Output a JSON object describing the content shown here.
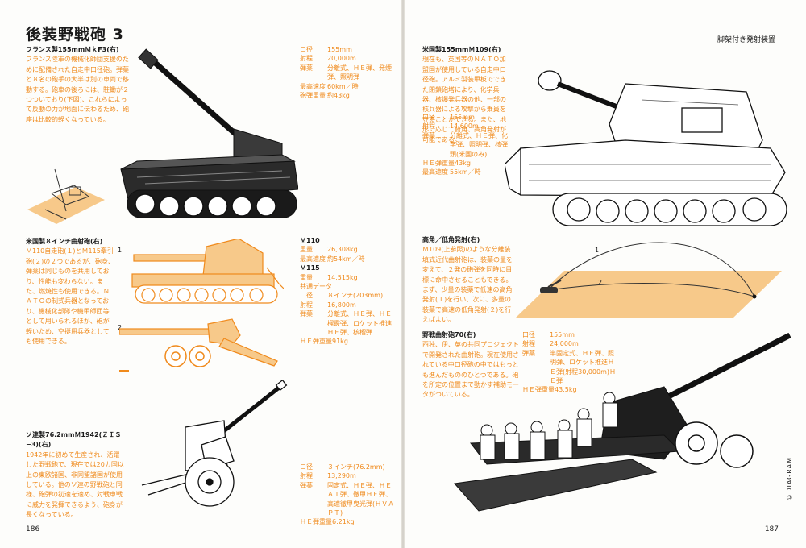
{
  "left": {
    "title": "後装野戦砲 3",
    "page_number": "186",
    "amx": {
      "head": "フランス製155mmＭｋF3(右)",
      "body": "フランス陸軍の機械化師団支援のために配備された自走中口径砲。弾薬と８名の砲手の大半は別の車両で移動する。砲車の後ろには、駐鋤が２つついており(下図)、これらによって反動の力が地面に伝わるため、砲座は比較的軽くなっている。",
      "specs": [
        {
          "k": "口径",
          "v": "155mm"
        },
        {
          "k": "射程",
          "v": "20,000m"
        },
        {
          "k": "弾薬",
          "v": "分離式、ＨＥ弾、発煙弾、照明弾"
        },
        {
          "k": "最高速度",
          "v": "60km／時"
        },
        {
          "k": "砲弾重量",
          "v": "約43kg"
        }
      ]
    },
    "m110": {
      "head": "米国製８インチ曲射砲(右)",
      "body": "Ｍ110自走砲(１)とＭ115牽引砲(２)の２つであるが、砲身、弾薬は同じものを共用しており、性能も変わらない。また、燃焼性も使用できる。ＮＡＴＯの制式兵器となっており、機械化部隊や機甲師団等として用いられるほか、砲が軽いため、空挺用兵器としても使用できる。",
      "label1": "1",
      "label2": "2",
      "specs": [
        {
          "t": "Ｍ110"
        },
        {
          "k": "重量",
          "v": "26,308kg"
        },
        {
          "k": "最高速度",
          "v": "約54km／時"
        },
        {
          "t": "Ｍ115"
        },
        {
          "k": "重量",
          "v": "14,515kg"
        },
        {
          "sub": "共通データ"
        },
        {
          "k": "口径",
          "v": "８インチ(203mm)"
        },
        {
          "k": "射程",
          "v": "16,800m"
        },
        {
          "k": "弾薬",
          "v": "分離式、ＨＥ弾、ＨＥ榴霰弾、ロケット推進ＨＥ弾、核榴弾"
        },
        {
          "k": "ＨＥ弾重量",
          "v": "91kg"
        }
      ]
    },
    "zis": {
      "head": "ソ連製76.2mmＭ1942(ＺＩＳ−3)(右)",
      "body": "1942年に初めて生産され、活躍した野戦砲で、現在では20カ国以上の東欧諸国、非同盟諸国が使用している。他のソ連の野戦砲と同様、砲弾の初速を速め、対戦車戦に威力を発揮できるよう、砲身が長くなっている。",
      "specs": [
        {
          "k": "口径",
          "v": "３インチ(76.2mm)"
        },
        {
          "k": "射程",
          "v": "13,290m"
        },
        {
          "k": "弾薬",
          "v": "固定式、ＨＥ弾、ＨＥＡＴ弾、徹甲ＨＥ弾、高速徹甲曳光弾(ＨＶＡＰＴ)"
        },
        {
          "k": "ＨＥ弾重量",
          "v": "6.21kg"
        }
      ]
    }
  },
  "right": {
    "header": "脚架付き発射装置",
    "page_number": "187",
    "m109": {
      "head": "米国製155mmＭ109(右)",
      "body": "現在も、英国等のＮＡＴＯ加盟国が使用している自走中口径砲。アルミ製装甲板でできた閉鎖砲塔により、化学兵器、核爆発兵器の他、一部の核兵器による攻撃から乗員を守ることができる。また、地形に応じて俯角、高角発射が可能である。",
      "specs": [
        {
          "k": "口径",
          "v": "155mm"
        },
        {
          "k": "射程",
          "v": "14,600m"
        },
        {
          "k": "弾薬",
          "v": "分離式、ＨＥ弾、化学弾、照明弾、核弾頭(米国のみ)"
        },
        {
          "k": "ＨＥ弾重量",
          "v": "43kg"
        },
        {
          "k": "最高速度",
          "v": "55km／時"
        }
      ]
    },
    "angle": {
      "head": "高角／低角発射(右)",
      "body": "Ｍ109(上参照)のような分離装填式近代曲射砲は、装薬の量を変えて、２発の砲弾を同時に目標に命中させることもできる。まず、少量の装薬で低速の高角発射(１)を行い、次に、多量の装薬で高速の低角発射(２)を行えばよい。",
      "label1": "1",
      "label2": "2"
    },
    "fh70": {
      "head": "野戦曲射砲70(右)",
      "body": "西独、伊、英の共同プロジェクトで開発された曲射砲。現在使用されている中口径砲の中ではもっとも進んだもののひとつである。砲を所定の位置まで動かす補助モータがついている。",
      "specs": [
        {
          "k": "口径",
          "v": "155mm"
        },
        {
          "k": "射程",
          "v": "24,000m"
        },
        {
          "k": "弾薬",
          "v": "半固定式、ＨＥ弾、照明弾、ロケット推進ＨＥ弾(射程30,000m)ＨＥ弾"
        },
        {
          "k": "ＨＥ弾重量",
          "v": "43.5kg"
        }
      ]
    },
    "credit": "©DIAGRAM"
  },
  "colors": {
    "accent": "#f08a1c",
    "fill": "#f7c98a",
    "ink": "#1a1a1a"
  }
}
